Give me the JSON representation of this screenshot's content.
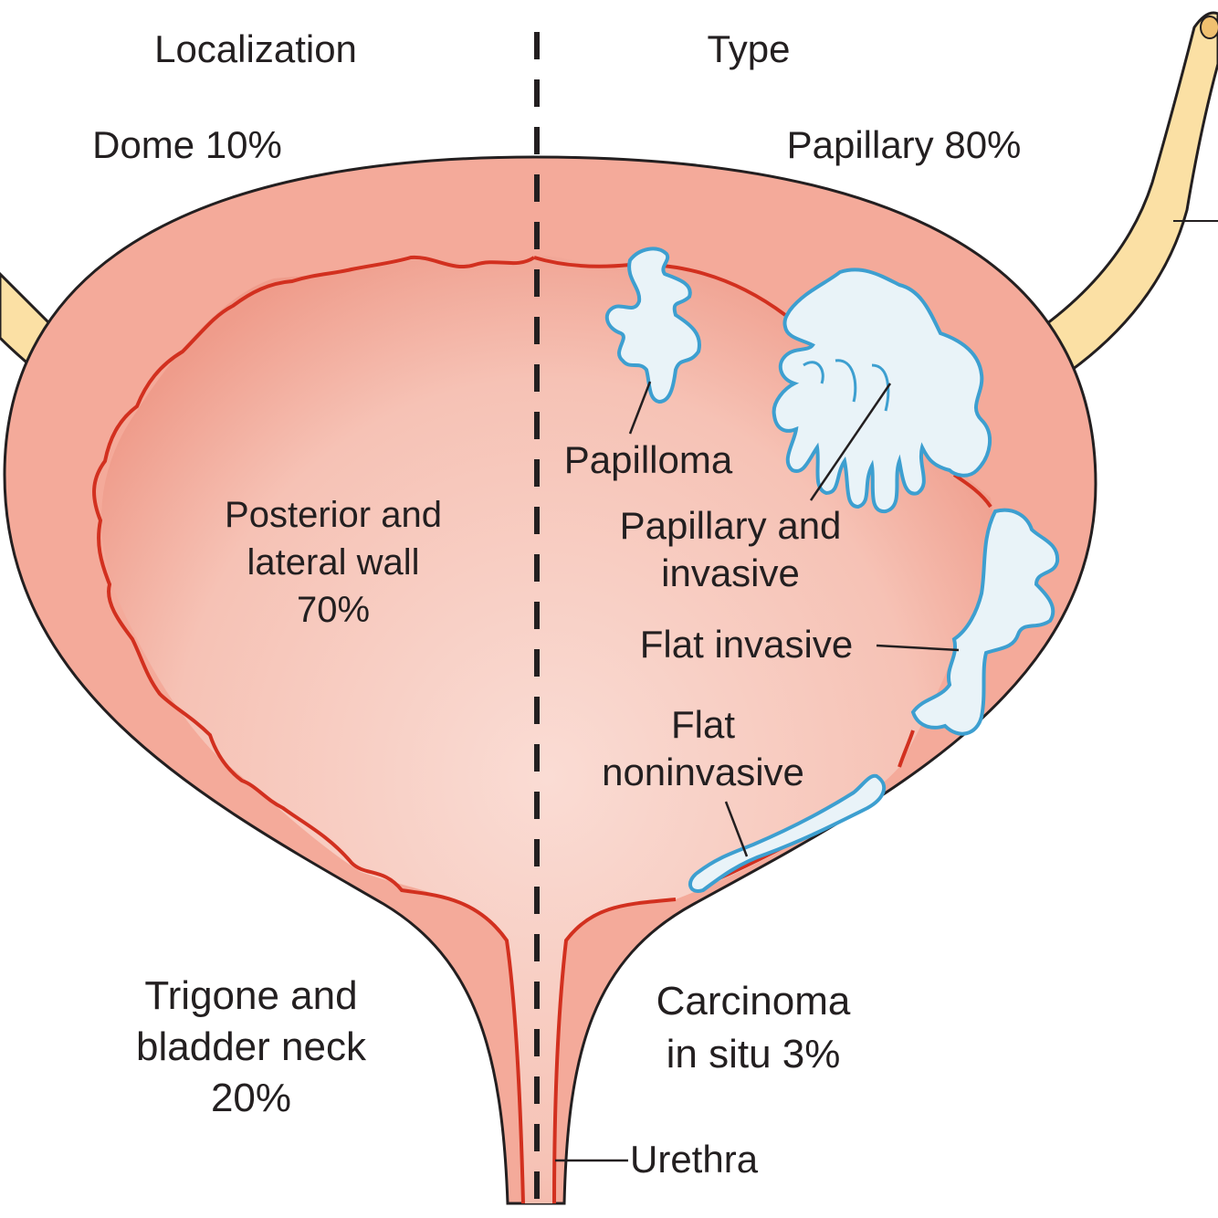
{
  "headers": {
    "localization": "Localization",
    "type": "Type"
  },
  "localization": {
    "dome": "Dome 10%",
    "wall": [
      "Posterior and",
      "lateral wall",
      "70%"
    ],
    "trigone": [
      "Trigone and",
      "bladder neck",
      "20%"
    ]
  },
  "types": {
    "papillary": "Papillary 80%",
    "papilloma": "Papilloma",
    "papillary_invasive": [
      "Papillary and",
      "invasive"
    ],
    "flat_invasive": "Flat invasive",
    "flat_noninvasive": [
      "Flat",
      "noninvasive"
    ],
    "cis": [
      "Carcinoma",
      "in situ 3%"
    ]
  },
  "urethra": "Urethra",
  "colors": {
    "bladder_wall": "#f4aa9a",
    "bladder_lumen": "#f8d2c8",
    "mucosa_line": "#d2301f",
    "ureter": "#fbe0a4",
    "tumor_fill": "#e9f3f8",
    "tumor_outline": "#3d9fd0",
    "outline": "#231f20"
  }
}
